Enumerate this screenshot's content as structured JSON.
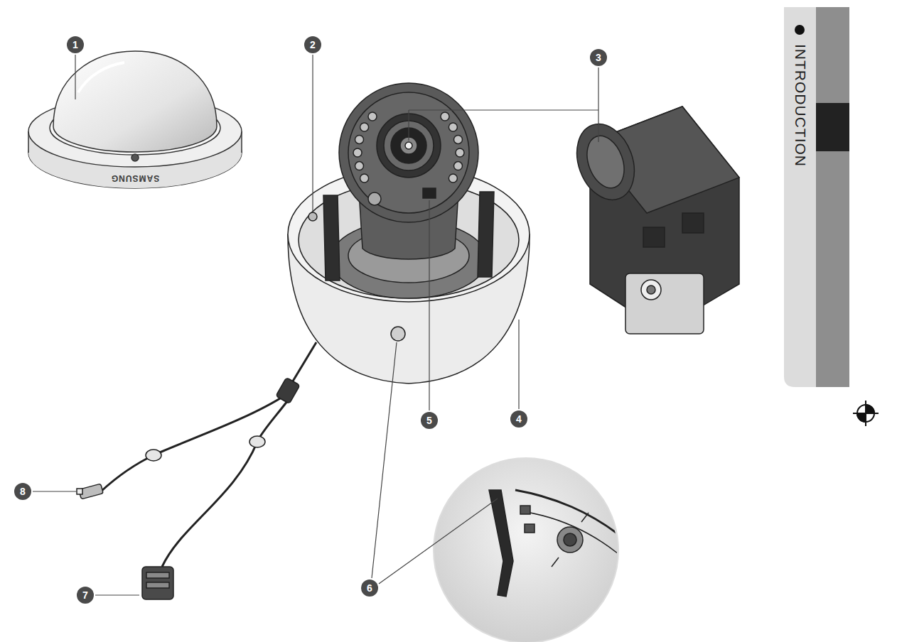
{
  "diagram": {
    "nodes": [
      {
        "text": [
          "INTRODUCTION"
        ]
      }
    ],
    "labels": [
      "1",
      "2",
      "3",
      "4",
      "5",
      "6",
      "7",
      "8",
      "SAMSUNG"
    ]
  }
}
